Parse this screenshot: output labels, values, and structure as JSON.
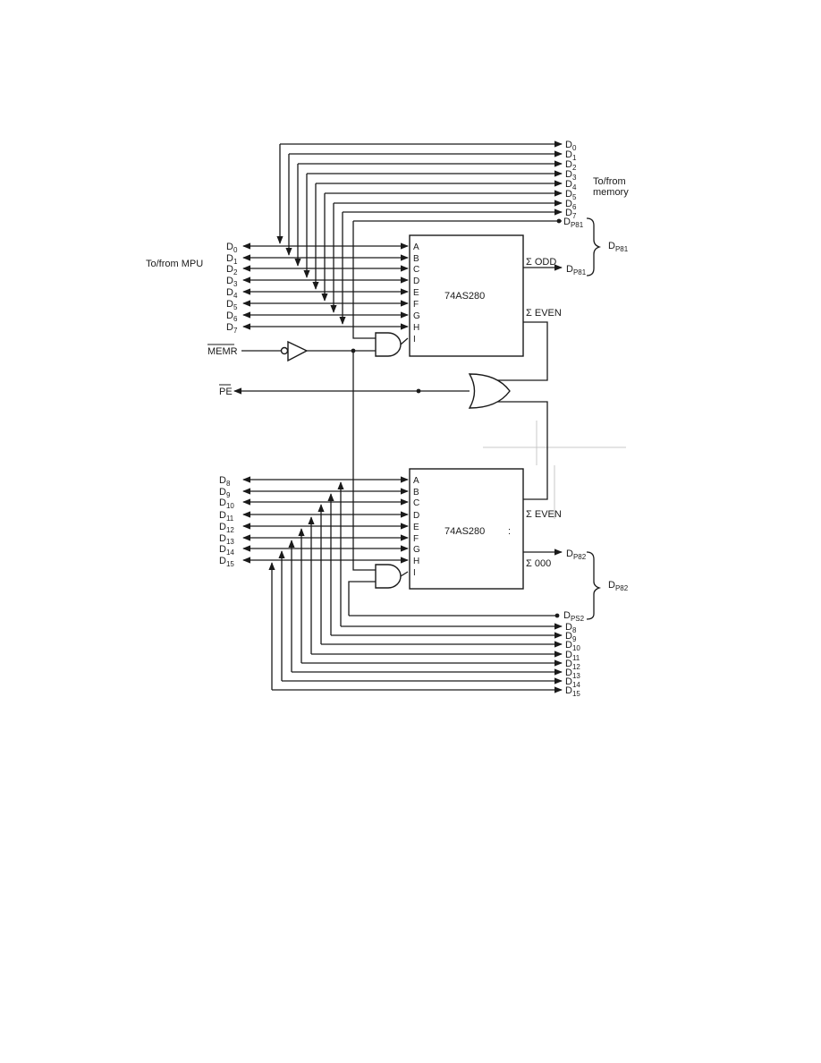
{
  "labels": {
    "to_from_mpu": "To/from MPU",
    "to_from_memory_line1": "To/from",
    "to_from_memory_line2": "memory",
    "memr": "MEMR",
    "pe": "PE",
    "dp81": "D",
    "dp81_sub": "P81",
    "dp82": "D",
    "dp82_sub": "P82",
    "dps2_sub": "PS2"
  },
  "chip_top": {
    "name": "74AS280",
    "inputs": [
      "A",
      "B",
      "C",
      "D",
      "E",
      "F",
      "G",
      "H",
      "I"
    ],
    "out_odd": "Σ ODD",
    "out_even": "Σ EVEN"
  },
  "chip_bottom": {
    "name": "74AS280",
    "inputs": [
      "A",
      "B",
      "C",
      "D",
      "E",
      "F",
      "G",
      "H",
      "I"
    ],
    "out_even": "Σ EVEN",
    "out_odd": "Σ 000",
    "colon": ":"
  },
  "mpu_low_bits": [
    {
      "base": "D",
      "sub": "0"
    },
    {
      "base": "D",
      "sub": "1"
    },
    {
      "base": "D",
      "sub": "2"
    },
    {
      "base": "D",
      "sub": "3"
    },
    {
      "base": "D",
      "sub": "4"
    },
    {
      "base": "D",
      "sub": "5"
    },
    {
      "base": "D",
      "sub": "6"
    },
    {
      "base": "D",
      "sub": "7"
    }
  ],
  "mpu_high_bits": [
    {
      "base": "D",
      "sub": "8"
    },
    {
      "base": "D",
      "sub": "9"
    },
    {
      "base": "D",
      "sub": "10"
    },
    {
      "base": "D",
      "sub": "11"
    },
    {
      "base": "D",
      "sub": "12"
    },
    {
      "base": "D",
      "sub": "13"
    },
    {
      "base": "D",
      "sub": "14"
    },
    {
      "base": "D",
      "sub": "15"
    }
  ],
  "mem_low_bits": [
    {
      "base": "D",
      "sub": "0"
    },
    {
      "base": "D",
      "sub": "1"
    },
    {
      "base": "D",
      "sub": "2"
    },
    {
      "base": "D",
      "sub": "3"
    },
    {
      "base": "D",
      "sub": "4"
    },
    {
      "base": "D",
      "sub": "5"
    },
    {
      "base": "D",
      "sub": "6"
    },
    {
      "base": "D",
      "sub": "7"
    }
  ],
  "mem_high_bits": [
    {
      "base": "D",
      "sub": "8"
    },
    {
      "base": "D",
      "sub": "9"
    },
    {
      "base": "D",
      "sub": "10"
    },
    {
      "base": "D",
      "sub": "11"
    },
    {
      "base": "D",
      "sub": "12"
    },
    {
      "base": "D",
      "sub": "13"
    },
    {
      "base": "D",
      "sub": "14"
    },
    {
      "base": "D",
      "sub": "15"
    }
  ]
}
